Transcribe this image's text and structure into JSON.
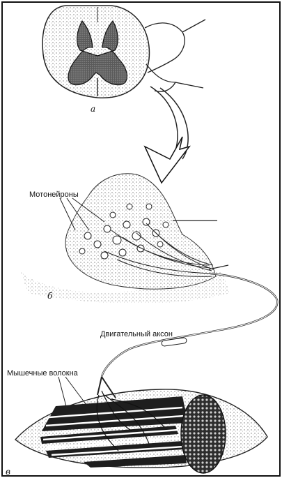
{
  "labels": {
    "motoneurons": "Мотонейроны",
    "motor_axon": "Двигательный аксон",
    "muscle_fibers": "Мышечные волокна"
  },
  "panels": {
    "a": "а",
    "b": "б",
    "c": "в"
  },
  "colors": {
    "ink": "#111111",
    "grey_matter": "#4a4a4a",
    "stipple": "#9a9a9a",
    "paper": "#ffffff"
  }
}
